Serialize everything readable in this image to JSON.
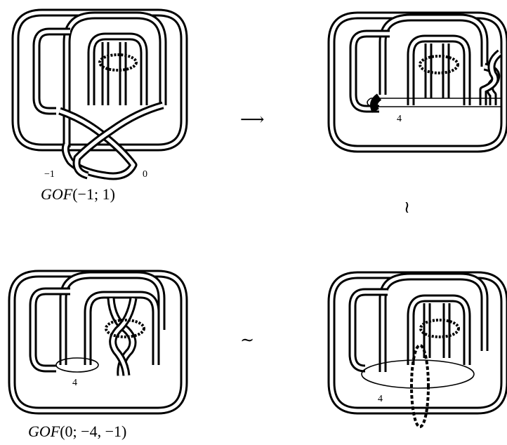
{
  "panels": {
    "top_left": {
      "framing_label_left": "−1",
      "framing_label_right": "0",
      "caption_prefix": "GOF",
      "caption_args": "(−1; 1)"
    },
    "top_right": {
      "framing_label": "4"
    },
    "bottom_left": {
      "framing_label": "4",
      "caption_prefix": "GOF",
      "caption_args": "(0; −4, −1)"
    },
    "bottom_right": {
      "framing_label": "4"
    }
  },
  "relations": {
    "arrow_right": "⟶",
    "vertical_equiv": "≀",
    "horizontal_equiv": "∼"
  },
  "colors": {
    "stroke": "#000000",
    "background": "#ffffff"
  }
}
